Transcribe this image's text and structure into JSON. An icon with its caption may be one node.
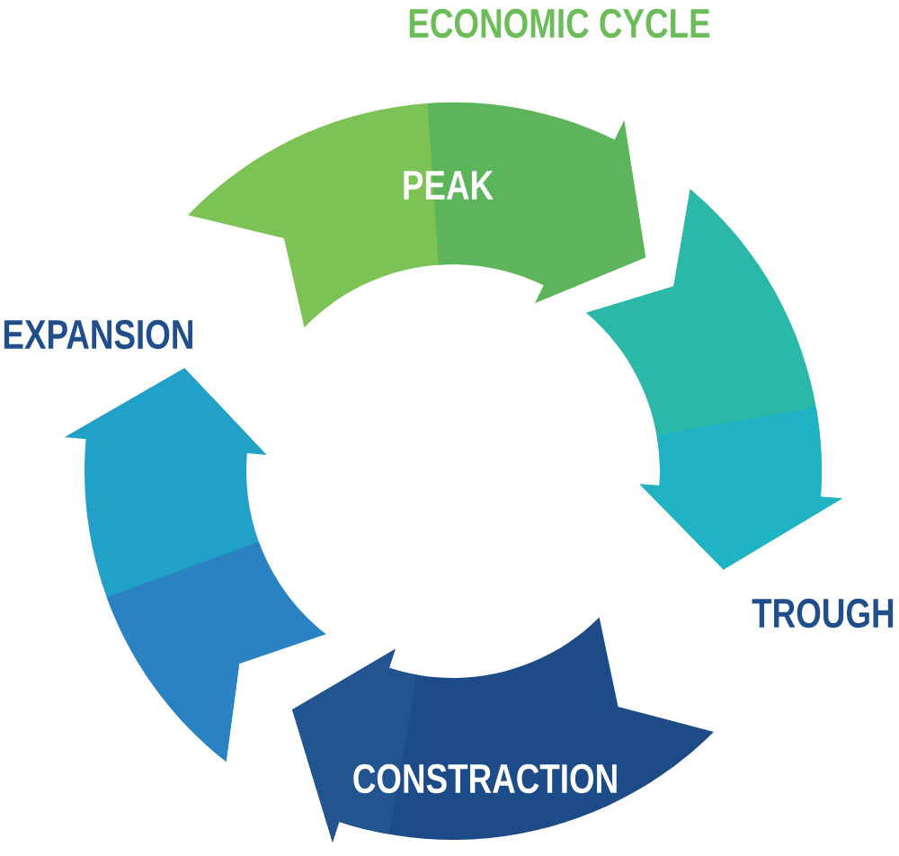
{
  "diagram": {
    "title": "ECONOMIC CYCLE",
    "nodes": [
      {
        "text": [
          "PEAK"
        ]
      },
      {
        "text": [
          "TROUGH"
        ]
      },
      {
        "text": [
          "CONSTRACTION"
        ]
      },
      {
        "text": [
          "EXPANSION"
        ]
      }
    ]
  }
}
